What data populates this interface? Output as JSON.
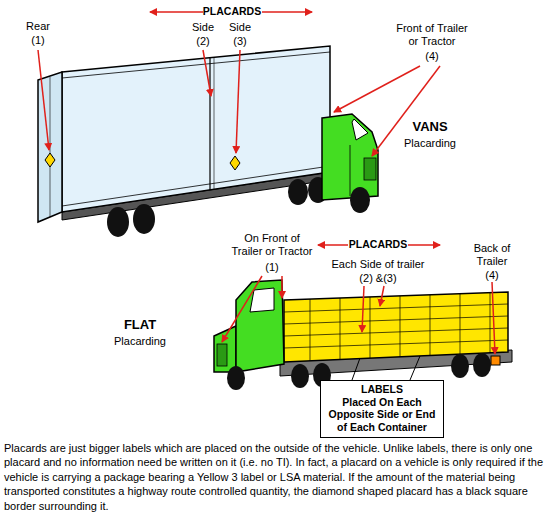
{
  "diagram": {
    "caption": "Placards are just bigger labels which are placed on the outside of the vehicle. Unlike labels, there is only one placard and no information need be written on it (i.e. no TI). In fact, a placard on a vehicle is only required if the vehicle is carrying a package bearing a Yellow 3 label or LSA material. If the amount of the material being transported constitutes a highway route controlled quantity, the diamond shaped placard has a black square border surrounding it.",
    "nodes": [
      {
        "text": [
          "LABELS",
          "Placed On Each Opposite Side or End of Each Container"
        ]
      }
    ],
    "labels": [
      "Rear",
      "(1)",
      "PLACARDS",
      "Side",
      "(2)",
      "Side",
      "(3)",
      "Front of Trailer or Tractor",
      "(4)",
      "VANS",
      "Placarding",
      "On Front of Trailer or Tractor",
      "(1)",
      "PLACARDS",
      "Each Side of trailer",
      "(2) &(3)",
      "Back of Trailer",
      "(4)",
      "FLAT",
      "Placarding"
    ]
  }
}
